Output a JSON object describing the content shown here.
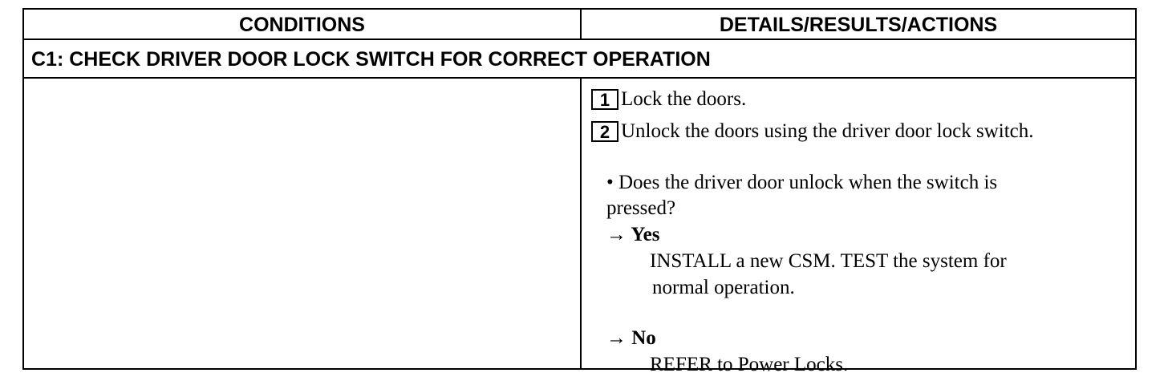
{
  "table": {
    "headers": {
      "conditions": "CONDITIONS",
      "details": "DETAILS/RESULTS/ACTIONS"
    },
    "section_title": "C1: CHECK DRIVER DOOR LOCK SWITCH FOR CORRECT OPERATION",
    "steps": [
      {
        "number": "1",
        "text": "Lock the doors."
      },
      {
        "number": "2",
        "text": "Unlock the doors using the driver door lock switch."
      }
    ],
    "question": {
      "line1": "• Does the driver door unlock when the switch is",
      "line2": "pressed?"
    },
    "yes": {
      "label": "→ Yes",
      "action_line1": "INSTALL a new CSM. TEST the system for",
      "action_line2": "normal  operation."
    },
    "no": {
      "label": "→ No",
      "action": "REFER to Power Locks."
    }
  }
}
